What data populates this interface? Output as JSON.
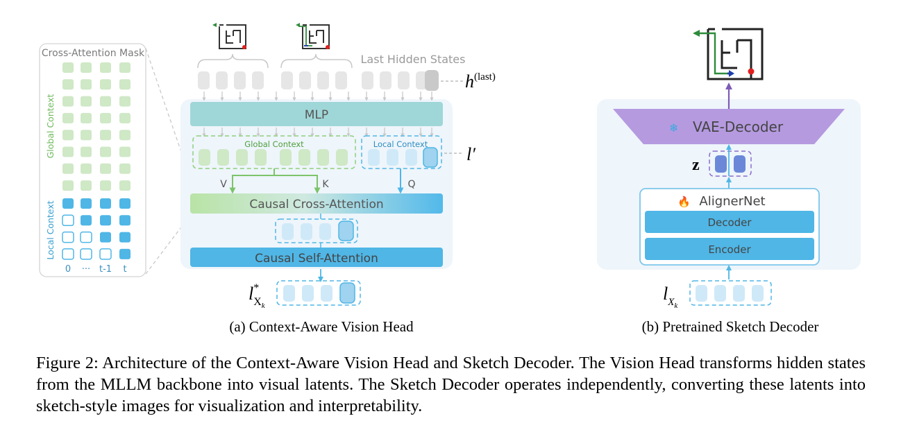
{
  "panel_a": {
    "caption": "(a) Context-Aware Vision Head",
    "mask_title": "Cross-Attention Mask",
    "mask_global_label": "Global Context",
    "mask_local_label": "Local Context",
    "mask_x_labels": [
      "0",
      "···",
      "t-1",
      "t"
    ],
    "last_hidden_states": "Last Hidden States",
    "h_last": "h",
    "h_last_sup": "(last)",
    "mlp": "MLP",
    "global_context": "Global Context",
    "local_context": "Local Context",
    "l_prime": "l′",
    "v": "V",
    "k": "K",
    "q": "Q",
    "cross_attention": "Causal Cross-Attention",
    "self_attention": "Causal Self-Attention",
    "l_star": "l",
    "l_star_sup": "*",
    "l_star_sub": "X",
    "l_star_subsub": "k"
  },
  "panel_b": {
    "caption": "(b) Pretrained Sketch Decoder",
    "vae_decoder": "VAE-Decoder",
    "z": "z",
    "aligner": "AlignerNet",
    "decoder": "Decoder",
    "encoder": "Encoder",
    "l_x": "l",
    "l_x_sub": "X",
    "l_x_subsub": "k"
  },
  "caption": "Figure 2: Architecture of the Context-Aware Vision Head and Sketch Decoder. The Vision Head transforms hidden states from the MLLM backbone into visual latents. The Sketch Decoder operates independently, converting these latents into sketch-style images for visualization and interpretability.",
  "colors": {
    "green": "#cfe8c6",
    "green_dark": "#7cc46a",
    "blue": "#4fb6e6",
    "blue_light": "#cfe9f8",
    "purple": "#b59ae0",
    "teal": "#9fd7d8",
    "gray": "#e6e6e6",
    "panel_bg": "#eef5fb"
  }
}
